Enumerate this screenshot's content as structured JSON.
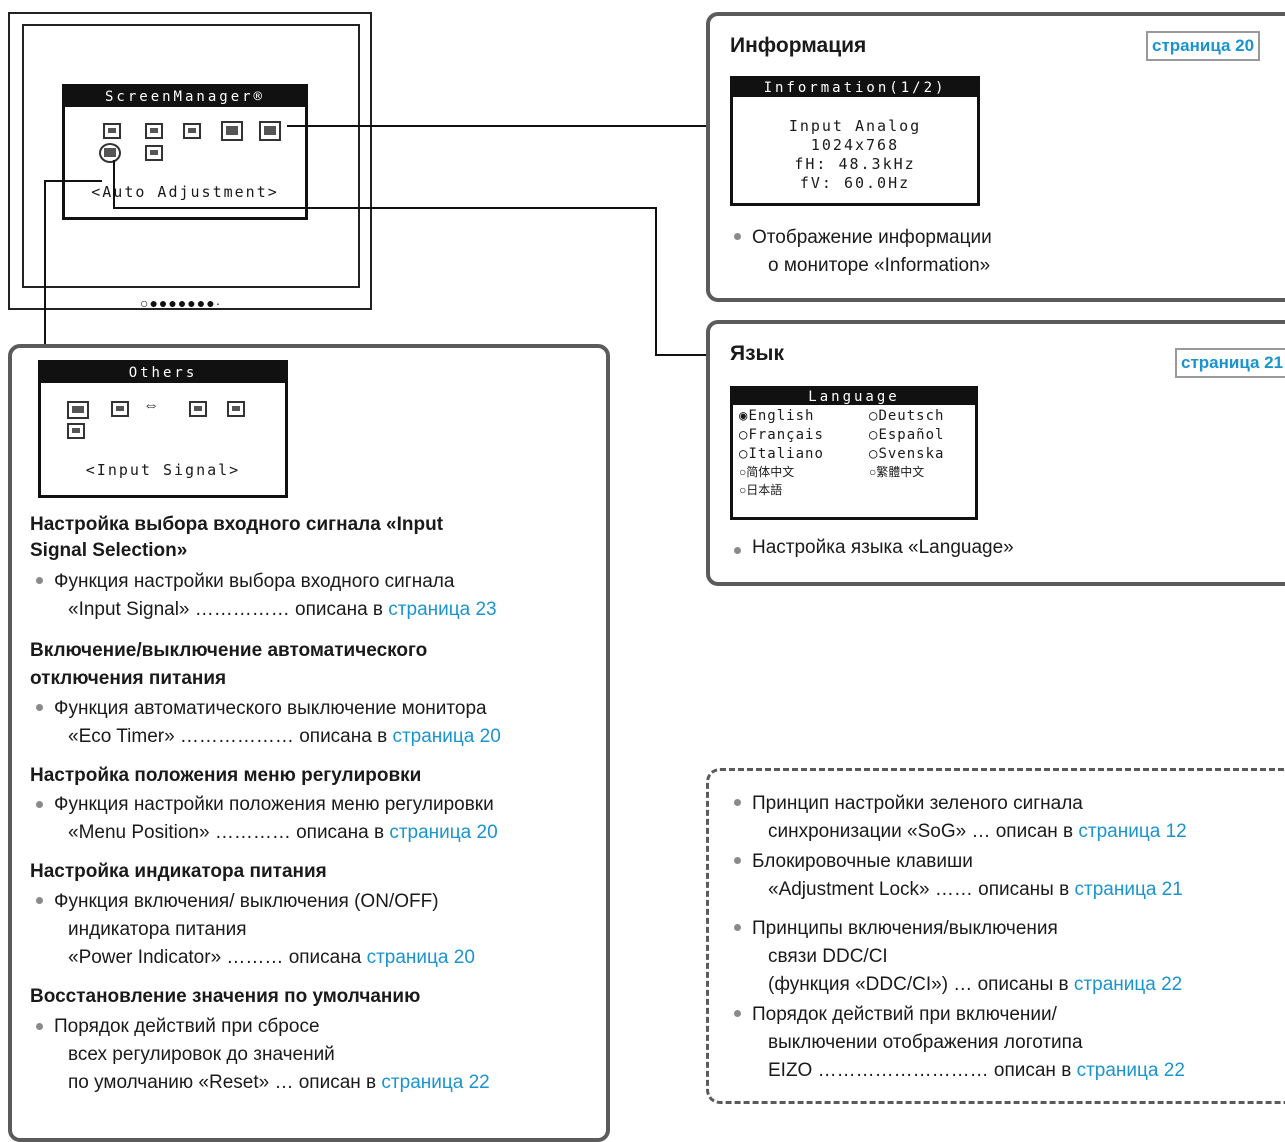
{
  "monitor": {
    "osd_title": "ScreenManager®",
    "osd_caption": "<Auto Adjustment>"
  },
  "info_panel": {
    "title": "Информация",
    "page_ref": "страница 20",
    "osd_title": "Information(1/2)",
    "osd_lines": [
      "Input Analog",
      "1024x768",
      "fH: 48.3kHz",
      "fV: 60.0Hz"
    ],
    "desc_line1": "Отображение информации",
    "desc_line2": "о мониторе «Information»"
  },
  "lang_panel": {
    "title": "Язык",
    "page_ref": "страница 21",
    "osd_title": "Language",
    "languages": [
      "English",
      "Deutsch",
      "Français",
      "Español",
      "Italiano",
      "Svenska",
      "简体中文",
      "繁體中文",
      "日本語"
    ],
    "desc": "Настройка языка «Language»"
  },
  "others_panel": {
    "osd_title": "Others",
    "osd_caption": "<Input Signal>",
    "sections": [
      {
        "heading1": "Настройка выбора входного сигнала «Input",
        "heading2": "Signal Selection»",
        "line1": "Функция настройки выбора входного сигнала",
        "line2": "«Input Signal» …………… описана в",
        "page": "страница 23"
      },
      {
        "heading1": "Включение/выключение автоматического",
        "heading2": "отключения питания",
        "line1": "Функция автоматического выключение монитора",
        "line2": "«Eco Timer» ……………… описана в",
        "page": "страница 20"
      },
      {
        "heading1": "Настройка положения меню регулировки",
        "line1": "Функция настройки положения меню регулировки",
        "line2": "«Menu Position» ………… описана в",
        "page": "страница 20"
      },
      {
        "heading1": "Настройка индикатора питания",
        "line1": "Функция включения/ выключения (ON/OFF)",
        "line2": "индикатора питания",
        "line3": "«Power Indicator»   ………   описана",
        "page": "страница 20"
      },
      {
        "heading1": "Восстановление значения по умолчанию",
        "line1": "Порядок действий при сбросе",
        "line2": "всех регулировок до значений",
        "line3": "по умолчанию «Reset» …   описан в",
        "page": "страница 22"
      }
    ]
  },
  "notes_panel": {
    "items": [
      {
        "line1": "Принцип настройки зеленого сигнала",
        "line2": "синхронизации «SoG» … описан в",
        "page": "страница 12"
      },
      {
        "line1": "Блокировочные клавиши",
        "line2": "«Adjustment Lock» ……  описаны в",
        "page": "страница 21"
      },
      {
        "line1": "Принципы включения/выключения",
        "line2": "связи DDC/CI",
        "line3": "(функция «DDC/CI») …  описаны в",
        "page": "страница 22"
      },
      {
        "line1": "Порядок действий при включении/",
        "line2": "выключении отображения логотипа",
        "line3": "EIZO ……………………… описан в",
        "page": "страница 22"
      }
    ]
  },
  "colors": {
    "link": "#1a94cf",
    "panel_border": "#5b5b5b"
  }
}
